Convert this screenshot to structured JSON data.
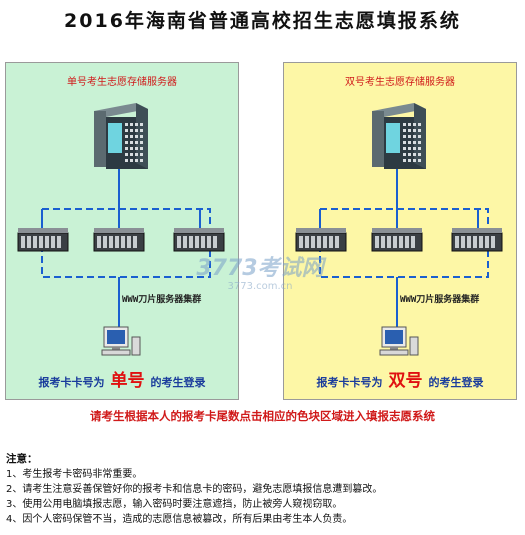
{
  "title": "2016年海南省普通高校招生志愿填报系统",
  "panels": {
    "odd": {
      "server_label": "单号考生志愿存储服务器",
      "cluster_label": "WWW刀片服务器集群",
      "login_prefix": "报考卡卡号为",
      "login_highlight": "单号",
      "login_suffix": "的考生登录"
    },
    "even": {
      "server_label": "双号考生志愿存储服务器",
      "cluster_label": "WWW刀片服务器集群",
      "login_prefix": "报考卡卡号为",
      "login_highlight": "双号",
      "login_suffix": "的考生登录"
    }
  },
  "watermark": {
    "main": "3773考试网",
    "sub": "3773.com.cn"
  },
  "instruction": "请考生根据本人的报考卡尾数点击相应的色块区域进入填报志愿系统",
  "notes": {
    "title": "注意：",
    "items": [
      "1、考生报考卡密码非常重要。",
      "2、请考生注意妥善保管好你的报考卡和信息卡的密码，避免志愿填报信息遭到篡改。",
      "3、使用公用电脑填报志愿，输入密码时要注意遮挡，防止被旁人窥视窃取。",
      "4、因个人密码保管不当，造成的志愿信息被篡改，所有后果由考生本人负责。"
    ]
  },
  "colors": {
    "odd_panel": "#c9f2d5",
    "even_panel": "#fdf7a6",
    "link_blue": "#1a5fd0",
    "accent_red": "#d01a1a"
  }
}
